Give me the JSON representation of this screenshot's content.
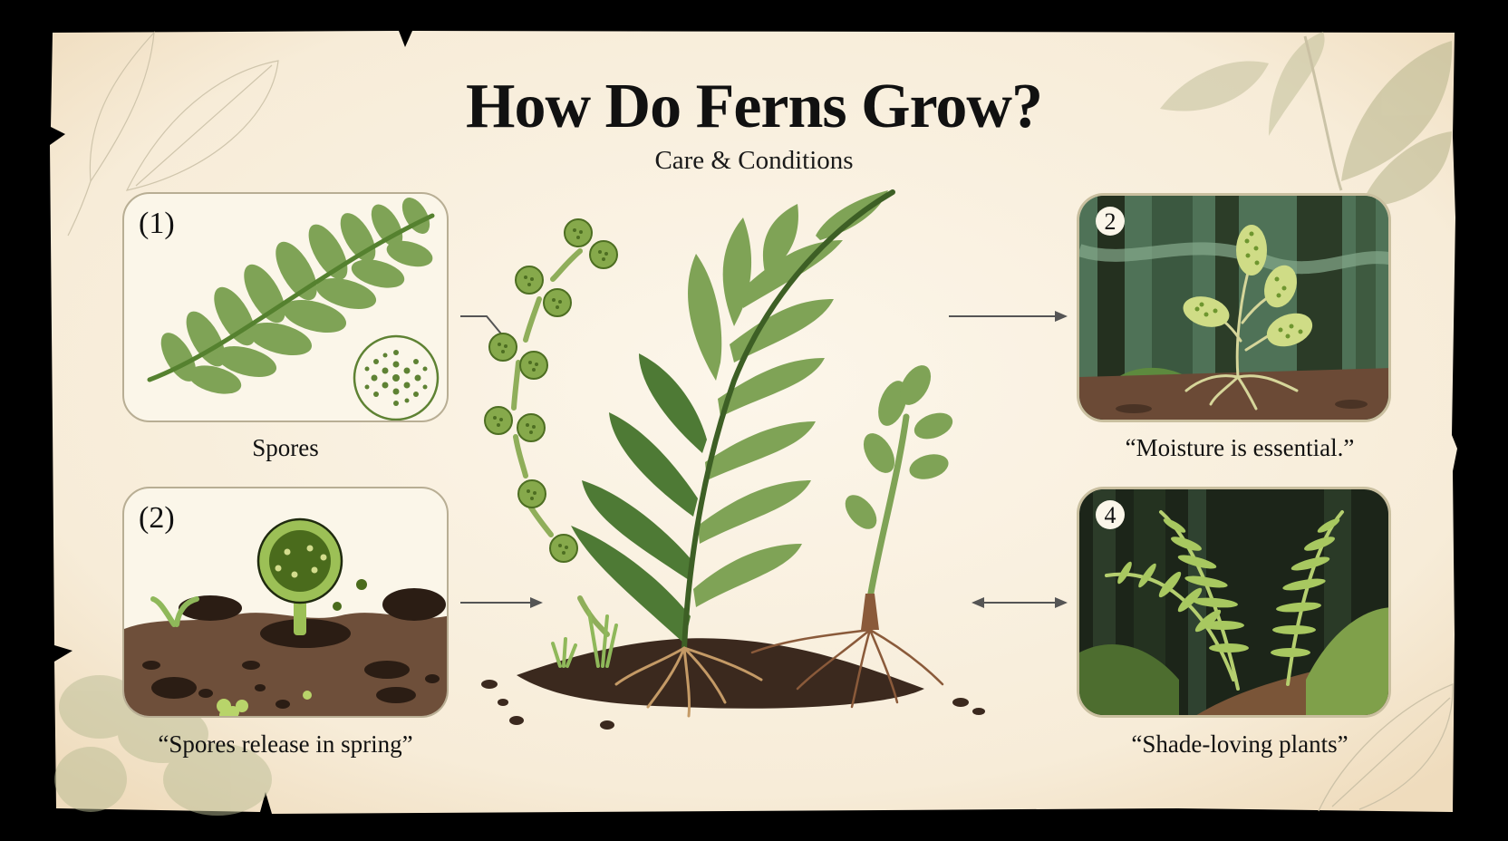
{
  "header": {
    "title": "How Do Ferns Grow?",
    "subtitle": "Care & Conditions"
  },
  "cards": [
    {
      "id": "spores",
      "number": "(1)",
      "caption": "Spores",
      "illustration": "fern-frond-with-sporangium-icon"
    },
    {
      "id": "germination",
      "number": "(2)",
      "caption": "“Spores release in spring”",
      "illustration": "spore-sprouting-in-soil-icon"
    },
    {
      "id": "moisture",
      "number": "2",
      "caption": "“Moisture is essential.”",
      "illustration": "gametophyte-in-forest-icon"
    },
    {
      "id": "shade",
      "number": "4",
      "caption": "“Shade-loving plants”",
      "illustration": "ferns-in-shaded-forest-icon"
    }
  ],
  "center_illustration": {
    "main": "mature-fern-with-roots-icon",
    "spore_chain": "spore-dispersal-chain-icon",
    "seedling": "young-sprout-with-roots-icon"
  },
  "colors": {
    "paper": "#f8eedb",
    "frame": "#000000",
    "fern_dark": "#4e7a35",
    "fern_light": "#7fa356",
    "soil": "#4a3426",
    "card_border": "#b8ae94",
    "forest_dark": "#2e3f2b",
    "text": "#111111"
  }
}
